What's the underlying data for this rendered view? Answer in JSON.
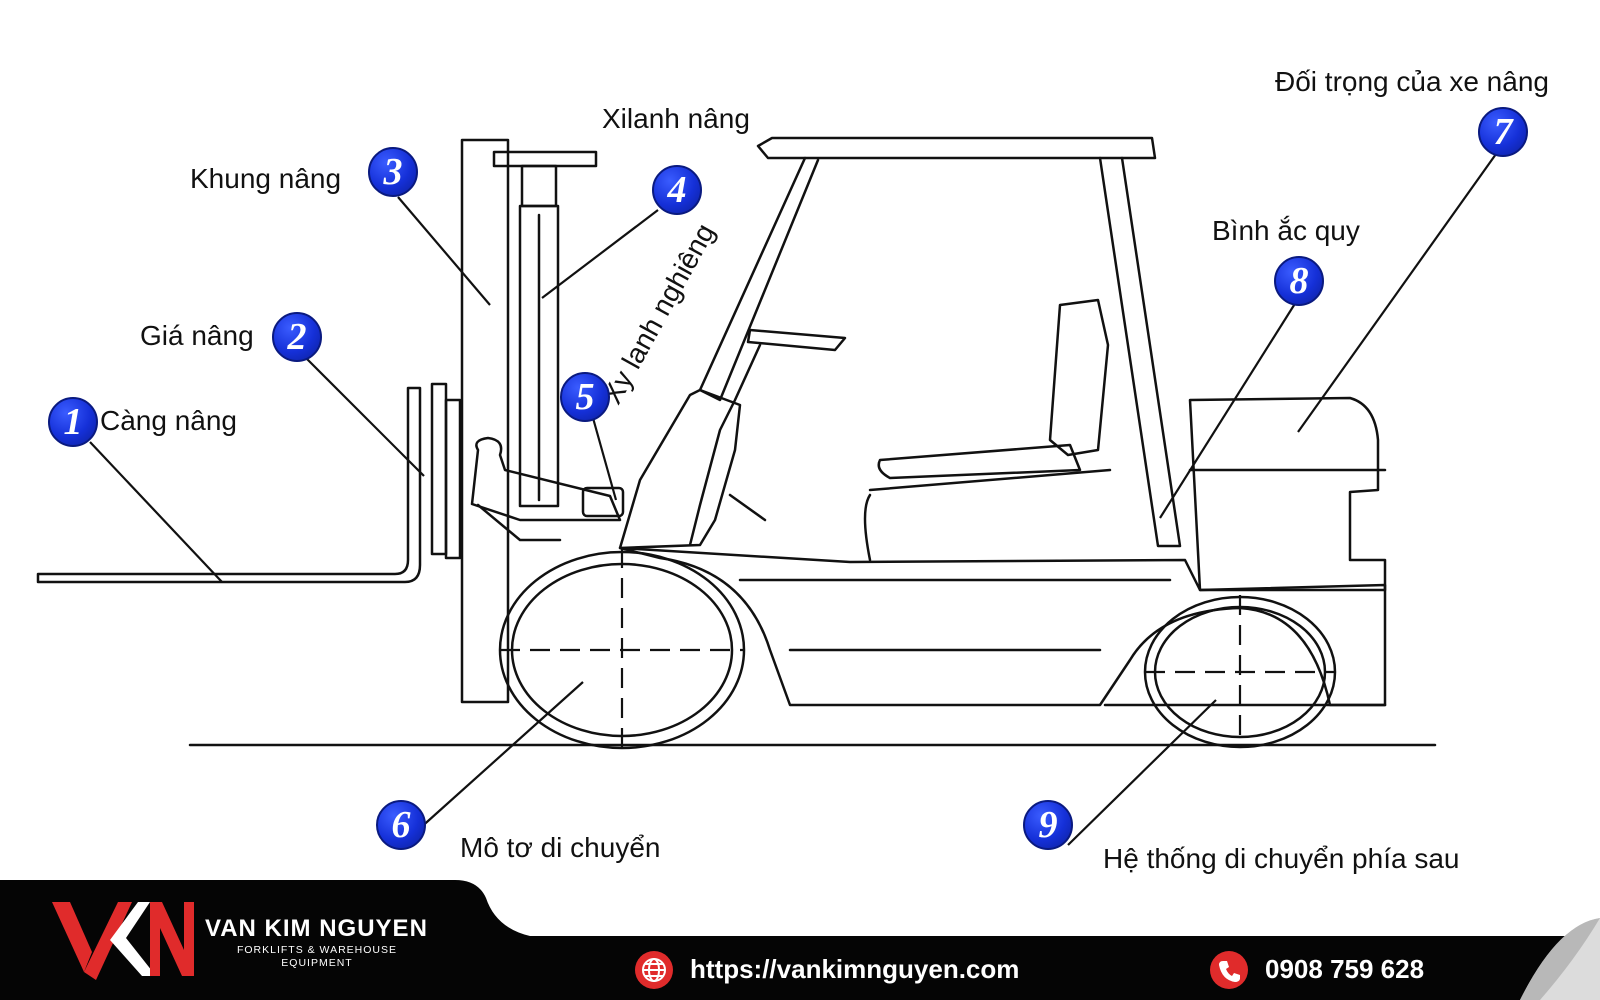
{
  "labels": {
    "p1": "Càng nâng",
    "p2": "Giá nâng",
    "p3": "Khung nâng",
    "p4": "Xilanh nâng",
    "p5": "Xy lanh nghiêng",
    "p6": "Mô tơ di chuyển",
    "p7": "Đối trọng của xe nâng",
    "p8": "Bình ắc quy",
    "p9": "Hệ thống di chuyển phía sau"
  },
  "badges": [
    "1",
    "2",
    "3",
    "4",
    "5",
    "6",
    "7",
    "8",
    "9"
  ],
  "brand": {
    "name": "VAN KIM NGUYEN",
    "tagline_line1": "FORKLIFTS & WAREHOUSE",
    "tagline_line2": "EQUIPMENT",
    "logo_text": "VKN"
  },
  "contact": {
    "website": "https://vankimnguyen.com",
    "phone": "0908 759 628",
    "website_icon": "globe-icon",
    "phone_icon": "phone-icon"
  },
  "colors": {
    "badge": "#1530d8",
    "brand_red": "#e02b2b",
    "footer_bg": "#050505"
  }
}
